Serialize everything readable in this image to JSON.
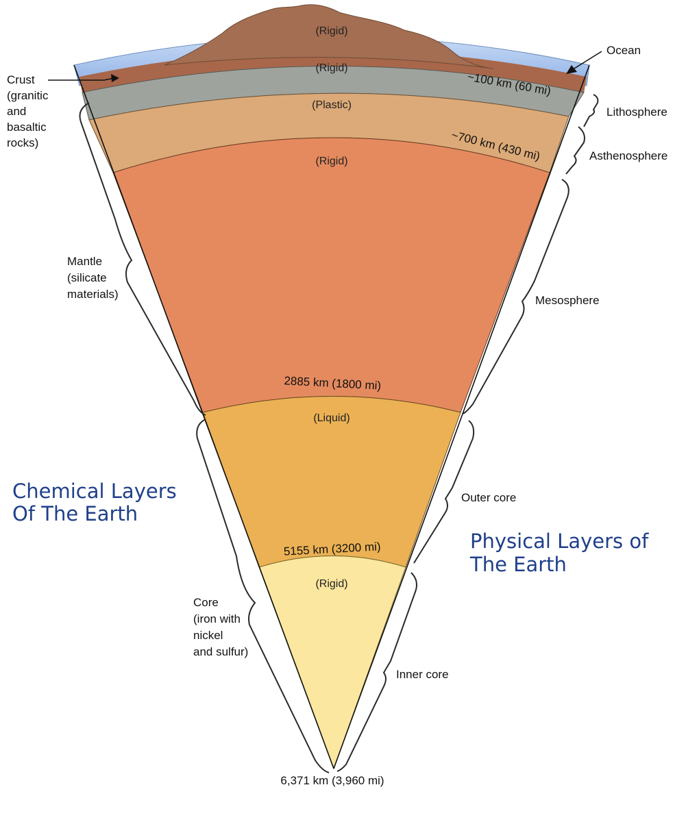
{
  "states": {
    "mountain": "(Rigid)",
    "lithosphere": "(Rigid)",
    "asthenosphere": "(Plastic)",
    "mesosphere": "(Rigid)",
    "outer_core": "(Liquid)",
    "inner_core": "(Rigid)"
  },
  "depths": {
    "d100": "~100 km (60 mi)",
    "d700": "~700 km (430 mi)",
    "d2885": "2885 km (1800 mi)",
    "d5155": "5155 km (3200 mi)",
    "d6371": "6,371 km (3,960 mi)"
  },
  "chemical": {
    "title_line1": "Chemical Layers",
    "title_line2": "Of The Earth",
    "crust": [
      "Crust",
      "(granitic",
      "and",
      "basaltic",
      "rocks)"
    ],
    "mantle": [
      "Mantle",
      "(silicate",
      "materials)"
    ],
    "core": [
      "Core",
      "(iron with",
      "nickel",
      "and sulfur)"
    ]
  },
  "physical": {
    "title_line1": "Physical Layers of",
    "title_line2": "The Earth",
    "ocean": "Ocean",
    "lithosphere": "Lithosphere",
    "asthenosphere": "Asthenosphere",
    "mesosphere": "Mesosphere",
    "outer_core": "Outer core",
    "inner_core": "Inner core"
  },
  "colors": {
    "ocean": "#a9c6ef",
    "crust": "#a8674a",
    "mountain": "#a46e52",
    "lithosphere": "#9fa39d",
    "asthenosphere": "#dcaa78",
    "mesosphere": "#e58a5f",
    "outer_core": "#ebb154",
    "inner_core": "#fbe79f",
    "title": "#1f3f8a"
  }
}
